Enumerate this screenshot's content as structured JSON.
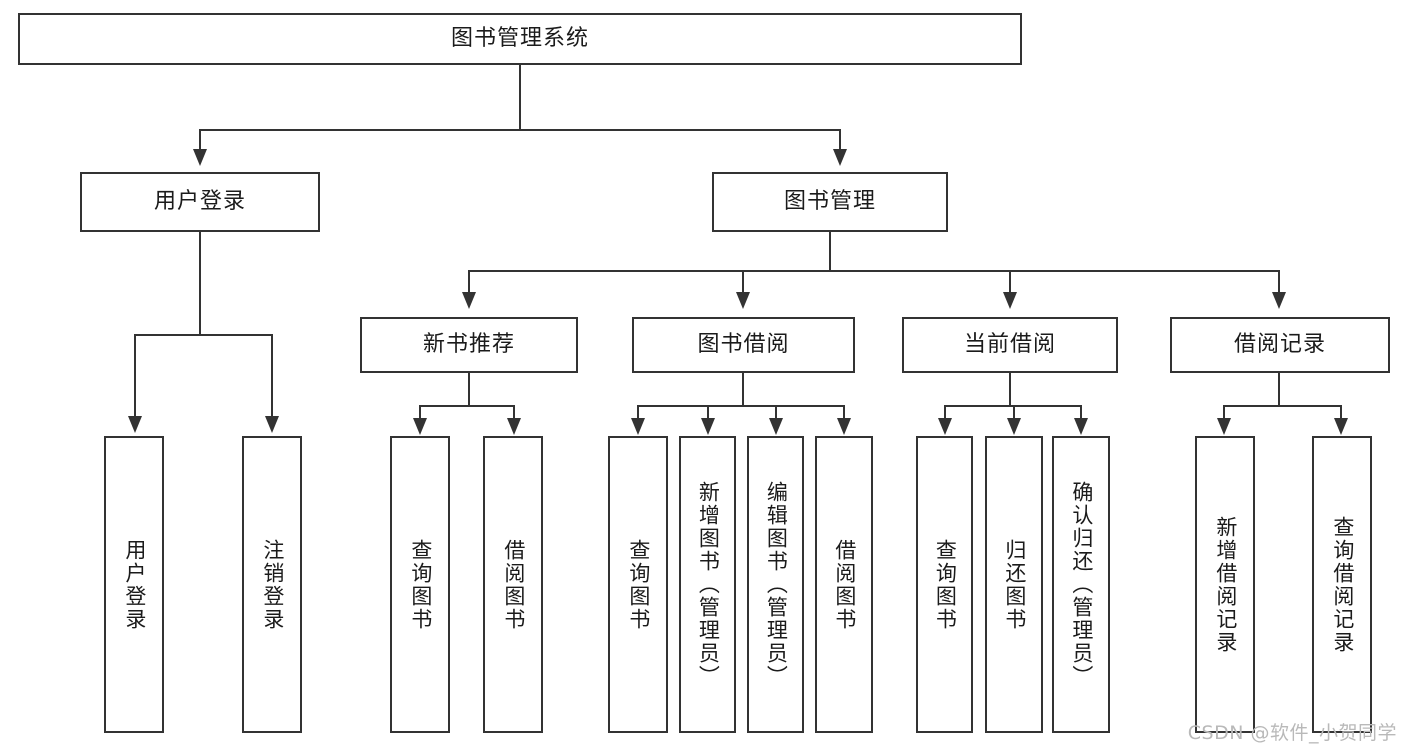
{
  "diagram": {
    "type": "tree",
    "title": "图书管理系统",
    "root": {
      "label": "图书管理系统"
    },
    "level2": [
      {
        "label": "用户登录"
      },
      {
        "label": "图书管理"
      }
    ],
    "level3": [
      {
        "label": "新书推荐"
      },
      {
        "label": "图书借阅"
      },
      {
        "label": "当前借阅"
      },
      {
        "label": "借阅记录"
      }
    ],
    "leaves": {
      "user_login": [
        {
          "label": "用户登录"
        },
        {
          "label": "注销登录"
        }
      ],
      "new_book_recommend": [
        {
          "label": "查询图书"
        },
        {
          "label": "借阅图书"
        }
      ],
      "book_borrow": [
        {
          "label": "查询图书"
        },
        {
          "label": "新增图书（管理员）"
        },
        {
          "label": "编辑图书（管理员）"
        },
        {
          "label": "借阅图书"
        }
      ],
      "current_borrow": [
        {
          "label": "查询图书"
        },
        {
          "label": "归还图书"
        },
        {
          "label": "确认归还（管理员）"
        }
      ],
      "borrow_record": [
        {
          "label": "新增借阅记录"
        },
        {
          "label": "查询借阅记录"
        }
      ]
    }
  },
  "watermark": {
    "text": "CSDN @软件_小贺同学"
  },
  "colors": {
    "stroke": "#333333",
    "background": "#ffffff",
    "text": "#1b1b1b",
    "watermark": "#b9b9b9"
  }
}
